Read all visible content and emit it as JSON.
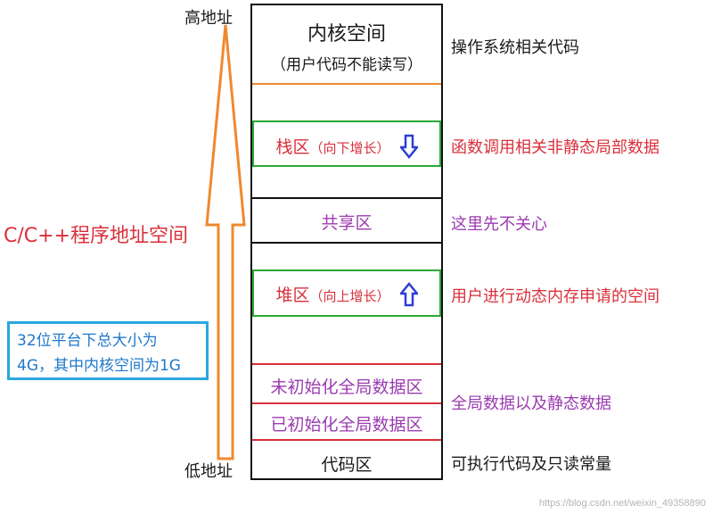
{
  "left": {
    "high_address": "高地址",
    "low_address": "低地址",
    "title": "C/C++程序地址空间",
    "note_line1": "32位平台下总大小为",
    "note_line2": "4G，其中内核空间为1G"
  },
  "segments": {
    "kernel": {
      "title": "内核空间",
      "subtitle": "（用户代码不能读写）"
    },
    "stack": {
      "title": "栈区",
      "note": "（向下增长）"
    },
    "shared": {
      "title": "共享区"
    },
    "heap": {
      "title": "堆区",
      "note": "（向上增长）"
    },
    "bss": {
      "title": "未初始化全局数据区"
    },
    "data": {
      "title": "已初始化全局数据区"
    },
    "code": {
      "title": "代码区"
    }
  },
  "annotations": {
    "kernel": "操作系统相关代码",
    "stack": "函数调用相关非静态局部数据",
    "shared": "这里先不关心",
    "heap": "用户进行动态内存申请的空间",
    "globals": "全局数据以及静态数据",
    "code": "可执行代码及只读常量"
  },
  "watermark": "https://blog.csdn.net/weixin_49358890",
  "colors": {
    "orange": "#f0882f",
    "red": "#d9303b",
    "purple": "#9b3bb0",
    "green": "#2aa836",
    "blue": "#29a8e0",
    "arrow_blue": "#2d3fd1"
  }
}
